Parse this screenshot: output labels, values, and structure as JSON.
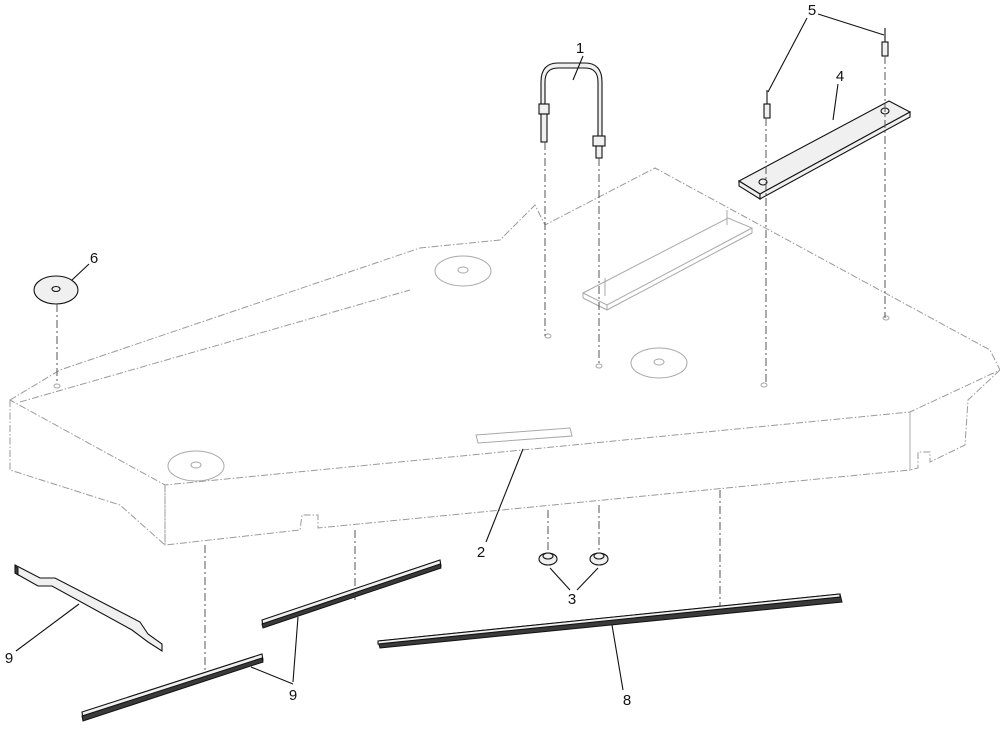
{
  "callouts": {
    "c1": "1",
    "c2": "2",
    "c3": "3",
    "c4": "4",
    "c5": "5",
    "c6": "6",
    "c8": "8",
    "c9a": "9",
    "c9b": "9"
  },
  "colors": {
    "line": "#111111",
    "ghost": "#9a9a9a",
    "part_fill": "#f0f0f0"
  }
}
